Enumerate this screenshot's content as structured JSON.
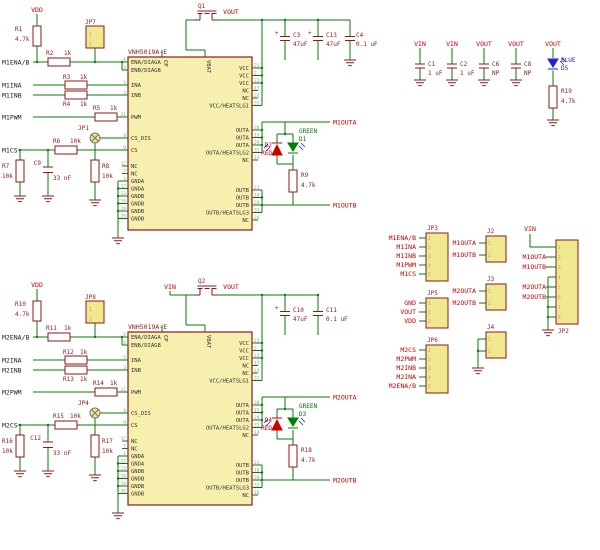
{
  "plus": "+",
  "colors": {
    "wire": "#0a7a0a",
    "symbol_outline": "#8b1a1a",
    "component_fill": "#f6efad",
    "connector_fill": "#efe88f",
    "net_label_red": "#c00000",
    "net_label_dark": "#1a1a1a",
    "led_green": "#008000",
    "led_red": "#cc0000",
    "led_blue": "#2222cc"
  },
  "m1": {
    "ic_name": "VNH5019A-E",
    "left_pins": [
      [
        "6",
        "ENA/DIAGA"
      ],
      [
        "4",
        "ENB/DIAGB"
      ],
      [
        "5",
        "INA"
      ],
      [
        "3",
        "INB"
      ],
      [
        "11",
        "PWM"
      ],
      [
        "8",
        "CS_DIS"
      ],
      [
        "9",
        "CS"
      ],
      [
        "17",
        "NC"
      ],
      [
        "7",
        "NC"
      ],
      [
        "1",
        "GNDA"
      ],
      [
        "12",
        "GNDA"
      ],
      [
        "13",
        "GNDB"
      ],
      [
        "18",
        "GNDB"
      ],
      [
        "19",
        "GNDB"
      ],
      [
        "20",
        "GNDB"
      ]
    ],
    "right_pins": [
      [
        "23",
        "VCC"
      ],
      [
        "2",
        "VCC"
      ],
      [
        "22",
        "VCC"
      ],
      [
        "13",
        "NC"
      ],
      [
        "24",
        "NC"
      ],
      [
        "31",
        "VCC/HEATSLG1"
      ],
      [
        "30",
        "OUTA"
      ],
      [
        "15",
        "OUTA"
      ],
      [
        "29",
        "OUTA"
      ],
      [
        "32",
        "OUTA/HEATSLG2"
      ],
      [
        "14",
        "NC"
      ],
      [
        "21",
        "OUTB"
      ],
      [
        "10",
        "OUTB"
      ],
      [
        "20",
        "OUTB"
      ],
      [
        "33",
        "OUTB/HEATSLG3"
      ],
      [
        "26",
        "NC"
      ]
    ],
    "top_pins": [
      "CP",
      "VBAT"
    ],
    "mosfet": "Q1",
    "flags": {
      "vdd": "VDD",
      "vout": "VOUT",
      "outa": "M1OUTA",
      "outb": "M1OUTB",
      "ena": "M1ENA/B",
      "ina": "M1INA",
      "inb": "M1INB",
      "pwm": "M1PWM",
      "cs": "M1CS"
    },
    "parts": {
      "r_pullup": [
        "R1",
        "4.7k"
      ],
      "jp_en": "JP7",
      "r_en": [
        "R2",
        "1k"
      ],
      "r_ina": [
        "R3",
        "1k"
      ],
      "r_inb": [
        "R4",
        "1k"
      ],
      "r_pwm": [
        "R5",
        "1k"
      ],
      "jp_cs": "JP1",
      "r_cs": [
        "R6",
        "10k"
      ],
      "r_cs_pulldown": [
        "R7",
        "10k"
      ],
      "c_cs_filter": [
        "C9",
        "33 nF"
      ],
      "r_csdis_pulldown": [
        "R8",
        "10k"
      ],
      "led_green": [
        "D1",
        "GREEN"
      ],
      "led_red": [
        "D2",
        "RED"
      ],
      "r_led": [
        "R9",
        "4.7k"
      ],
      "c_bulk_a": [
        "C3",
        "47uF"
      ],
      "c_bulk_b": [
        "C13",
        "47uF"
      ],
      "c_bypass": [
        "C4",
        "0.1 uF"
      ]
    }
  },
  "m2": {
    "ic_name": "VNH5019A-E",
    "left_pins": [
      [
        "6",
        "ENA/DIAGA"
      ],
      [
        "4",
        "ENB/DIAGB"
      ],
      [
        "5",
        "INA"
      ],
      [
        "3",
        "INB"
      ],
      [
        "11",
        "PWM"
      ],
      [
        "8",
        "CS_DIS"
      ],
      [
        "9",
        "CS"
      ],
      [
        "17",
        "NC"
      ],
      [
        "7",
        "NC"
      ],
      [
        "1",
        "GNDA"
      ],
      [
        "12",
        "GNDA"
      ],
      [
        "13",
        "GNDB"
      ],
      [
        "18",
        "GNDB"
      ],
      [
        "19",
        "GNDB"
      ],
      [
        "20",
        "GNDB"
      ]
    ],
    "right_pins": [
      [
        "23",
        "VCC"
      ],
      [
        "2",
        "VCC"
      ],
      [
        "22",
        "VCC"
      ],
      [
        "13",
        "NC"
      ],
      [
        "24",
        "NC"
      ],
      [
        "31",
        "VCC/HEATSLG1"
      ],
      [
        "30",
        "OUTA"
      ],
      [
        "15",
        "OUTA"
      ],
      [
        "29",
        "OUTA"
      ],
      [
        "32",
        "OUTA/HEATSLG2"
      ],
      [
        "14",
        "NC"
      ],
      [
        "21",
        "OUTB"
      ],
      [
        "10",
        "OUTB"
      ],
      [
        "20",
        "OUTB"
      ],
      [
        "33",
        "OUTB/HEATSLG3"
      ],
      [
        "26",
        "NC"
      ]
    ],
    "top_pins": [
      "CP",
      "VBAT"
    ],
    "mosfet": "Q2",
    "flags": {
      "vdd": "VDD",
      "vin": "VIN",
      "vout": "VOUT",
      "outa": "M2OUTA",
      "outb": "M2OUTB",
      "ena": "M2ENA/B",
      "ina": "M2INA",
      "inb": "M2INB",
      "pwm": "M2PWM",
      "cs": "M2CS"
    },
    "parts": {
      "r_pullup": [
        "R10",
        "4.7k"
      ],
      "jp_en": "JP8",
      "r_en": [
        "R11",
        "1k"
      ],
      "r_ina": [
        "R12",
        "1k"
      ],
      "r_inb": [
        "R13",
        "1k"
      ],
      "r_pwm": [
        "R14",
        "1k"
      ],
      "jp_cs": "JP4",
      "r_cs": [
        "R15",
        "10k"
      ],
      "r_cs_pulldown": [
        "R16",
        "10k"
      ],
      "c_cs_filter": [
        "C12",
        "33 nF"
      ],
      "r_csdis_pulldown": [
        "R17",
        "10k"
      ],
      "led_green": [
        "D3",
        "GREEN"
      ],
      "led_red": [
        "D4",
        "RED"
      ],
      "r_led": [
        "R18",
        "4.7k"
      ],
      "c_bulk_a": [
        "C10",
        "47uF"
      ],
      "c_bypass": [
        "C11",
        "0.1 uF"
      ]
    }
  },
  "power_caps": [
    {
      "flag": "VIN",
      "name": "C1",
      "value": "1 uF"
    },
    {
      "flag": "VIN",
      "name": "C2",
      "value": "1 uF"
    },
    {
      "flag": "VOUT",
      "name": "C6",
      "value": "NP"
    },
    {
      "flag": "VOUT",
      "name": "C8",
      "value": "NP"
    }
  ],
  "indicator_led": {
    "flag": "VOUT",
    "color_label": "BLUE",
    "name": "D5",
    "r_name": "R19",
    "r_value": "4.7k"
  },
  "connectors": {
    "jp3": {
      "name": "JP3",
      "pins": [
        "1",
        "2",
        "3",
        "4",
        "5"
      ],
      "signals": [
        "M1ENA/B",
        "M1INA",
        "M1INB",
        "M1PWM",
        "M1CS"
      ]
    },
    "jp5": {
      "name": "JP5",
      "pins": [
        "1",
        "2",
        "3"
      ],
      "signals": [
        "GND",
        "VOUT",
        "VDD"
      ]
    },
    "jp6": {
      "name": "JP6",
      "pins": [
        "1",
        "2",
        "3",
        "4",
        "5"
      ],
      "signals": [
        "M2CS",
        "M2PWM",
        "M2INB",
        "M2INA",
        "M2ENA/B"
      ]
    },
    "j2": {
      "name": "J2",
      "pins": [
        "1",
        "2"
      ],
      "signals": [
        "M1OUTA",
        "M1OUTB"
      ]
    },
    "j3": {
      "name": "J3",
      "pins": [
        "1",
        "2"
      ],
      "signals": [
        "M2OUTA",
        "M2OUTB"
      ]
    },
    "j4": {
      "name": "J4",
      "pins": [
        "1",
        "2"
      ],
      "signals": [
        "",
        ""
      ]
    },
    "jp2": {
      "name": "JP2",
      "pins": [
        "1",
        "2",
        "3",
        "4",
        "5",
        "6",
        "7",
        "8"
      ],
      "vin_label": "VIN",
      "signals": [
        "",
        "M1OUTA",
        "M1OUTB",
        "",
        "M2OUTA",
        "M2OUTB",
        "",
        ""
      ]
    },
    "jumper_pins": [
      "1",
      "2"
    ]
  }
}
